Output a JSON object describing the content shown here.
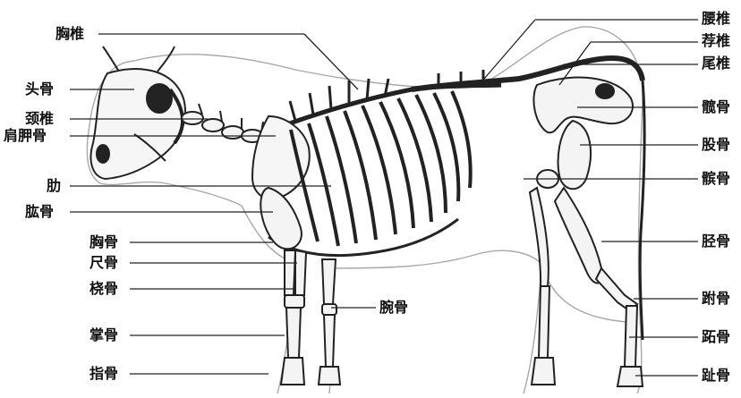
{
  "labels": {
    "xiongzhui": "胸椎",
    "yaozhui": "腰椎",
    "jianzhui": "荐椎",
    "weizhui": "尾椎",
    "tougu": "头骨",
    "jingzhui": "颈椎",
    "jianjiagu": "肩胛骨",
    "qiagu": "髋骨",
    "gugu": "股骨",
    "binggu": "髌骨",
    "lei": "肋",
    "honggu": "肱骨",
    "xionggu": "胸骨",
    "chigu": "尺骨",
    "jinggu": "胫骨",
    "raogu": "桡骨",
    "wangu": "腕骨",
    "zhanggu_hind": "跗骨",
    "zhanggu": "掌骨",
    "zhigu_hind": "跖骨",
    "zhigu": "指骨",
    "zhigu_toe": "趾骨"
  },
  "colors": {
    "ink": "#111111",
    "line": "#222222",
    "bone": "#f4f4f4",
    "sketch": "#9a9a9a"
  }
}
